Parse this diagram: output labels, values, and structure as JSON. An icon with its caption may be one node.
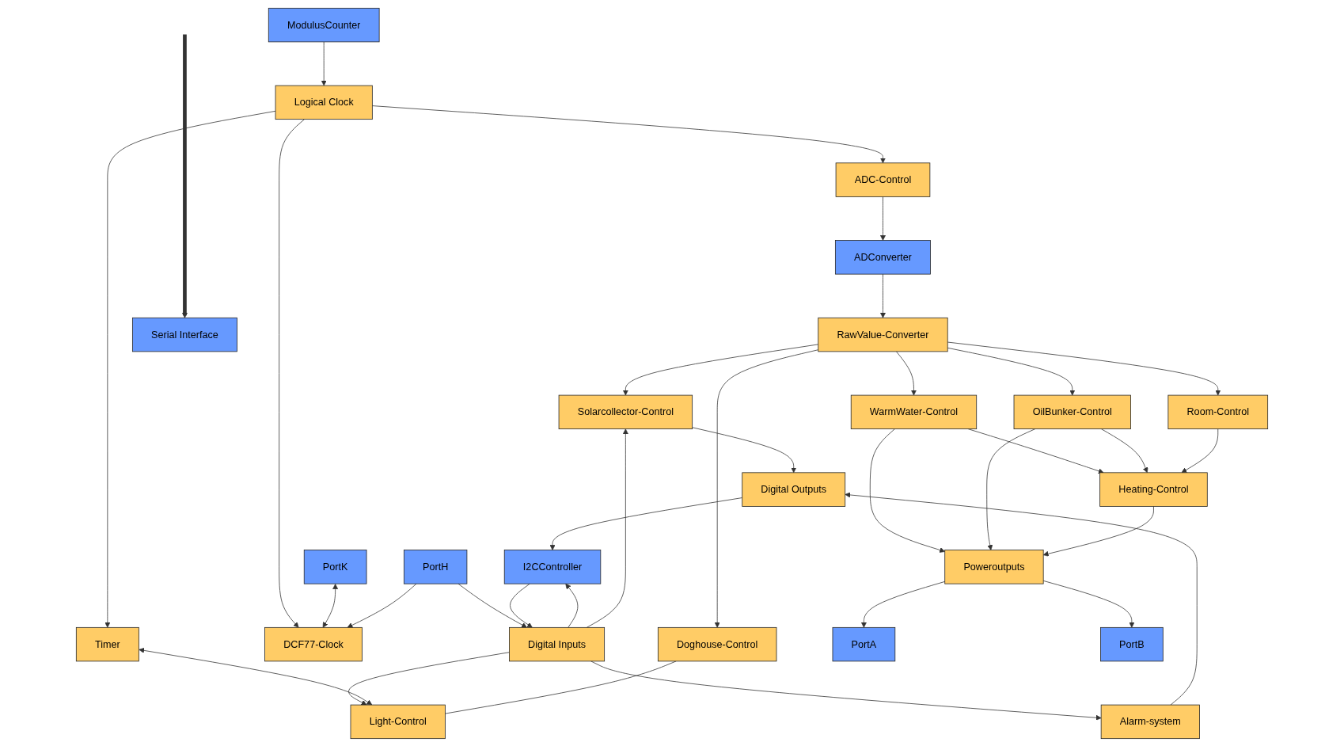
{
  "diagram": {
    "nodes": [
      {
        "text": [
          "ADConverter"
        ]
      },
      {
        "text": [
          "ModulusCounter"
        ]
      },
      {
        "text": [
          "PortK"
        ]
      },
      {
        "text": [
          "PortH"
        ]
      },
      {
        "text": [
          "I2CController"
        ]
      },
      {
        "text": [
          "Logical Clock"
        ]
      },
      {
        "text": [
          "Digital Inputs"
        ]
      },
      {
        "text": [
          "RawValue-Converter"
        ]
      },
      {
        "text": [
          "ADC-Control"
        ]
      },
      {
        "text": [
          "DCF77-Clock"
        ]
      },
      {
        "text": [
          "Timer"
        ]
      },
      {
        "text": [
          "WarmWater-Control"
        ]
      },
      {
        "text": [
          "OilBunker-Control"
        ]
      },
      {
        "text": [
          "Room-Control"
        ]
      },
      {
        "text": [
          "Doghouse-Control"
        ]
      },
      {
        "text": [
          "Solarcollector-Control"
        ]
      },
      {
        "text": [
          "Light-Control"
        ]
      },
      {
        "text": [
          "Heating-Control"
        ]
      },
      {
        "text": [
          "Digital Outputs"
        ]
      },
      {
        "text": [
          "Alarm-system"
        ]
      },
      {
        "text": [
          "Poweroutputs"
        ]
      },
      {
        "text": [
          "PortA"
        ]
      },
      {
        "text": [
          "PortB"
        ]
      },
      {
        "text": [
          "Serial Interface"
        ]
      }
    ],
    "edges": [
      {
        "from": 0,
        "to": 7,
        "arrow": "to"
      },
      {
        "from": 8,
        "to": 0,
        "arrow": "to"
      },
      {
        "from": 1,
        "to": 5,
        "arrow": "to"
      },
      {
        "from": 5,
        "to": 8,
        "arrow": "to"
      },
      {
        "from": 5,
        "to": 9,
        "arrow": "to"
      },
      {
        "from": 5,
        "to": 10,
        "arrow": "to"
      },
      {
        "from": 2,
        "to": 9,
        "arrow": "both"
      },
      {
        "from": 3,
        "to": 9,
        "arrow": "to"
      },
      {
        "from": 3,
        "to": 6,
        "arrow": "to"
      },
      {
        "from": 4,
        "to": 6,
        "arrow": "to"
      },
      {
        "from": 6,
        "to": 4,
        "arrow": "to"
      },
      {
        "from": 18,
        "to": 4,
        "arrow": "to"
      },
      {
        "from": 6,
        "to": 15,
        "arrow": "to"
      },
      {
        "from": 6,
        "to": 16,
        "arrow": "to"
      },
      {
        "from": 6,
        "to": 19,
        "arrow": "to"
      },
      {
        "from": 10,
        "to": 16,
        "arrow": "both"
      },
      {
        "from": 7,
        "to": 11,
        "arrow": "to"
      },
      {
        "from": 7,
        "to": 12,
        "arrow": "to"
      },
      {
        "from": 7,
        "to": 13,
        "arrow": "to"
      },
      {
        "from": 7,
        "to": 14,
        "arrow": "to"
      },
      {
        "from": 7,
        "to": 15,
        "arrow": "to"
      },
      {
        "from": 15,
        "to": 18,
        "arrow": "to"
      },
      {
        "from": 19,
        "to": 18,
        "arrow": "to"
      },
      {
        "from": 14,
        "to": 16,
        "arrow": "none"
      },
      {
        "from": 11,
        "to": 17,
        "arrow": "to"
      },
      {
        "from": 11,
        "to": 20,
        "arrow": "to"
      },
      {
        "from": 12,
        "to": 20,
        "arrow": "to"
      },
      {
        "from": 12,
        "to": 17,
        "arrow": "to"
      },
      {
        "from": 13,
        "to": 17,
        "arrow": "to"
      },
      {
        "from": 17,
        "to": 20,
        "arrow": "to"
      },
      {
        "from": 20,
        "to": 21,
        "arrow": "to"
      },
      {
        "from": 20,
        "to": 22,
        "arrow": "to"
      },
      {
        "from": null,
        "to": 23,
        "arrow": "to",
        "style": "thick"
      }
    ]
  }
}
